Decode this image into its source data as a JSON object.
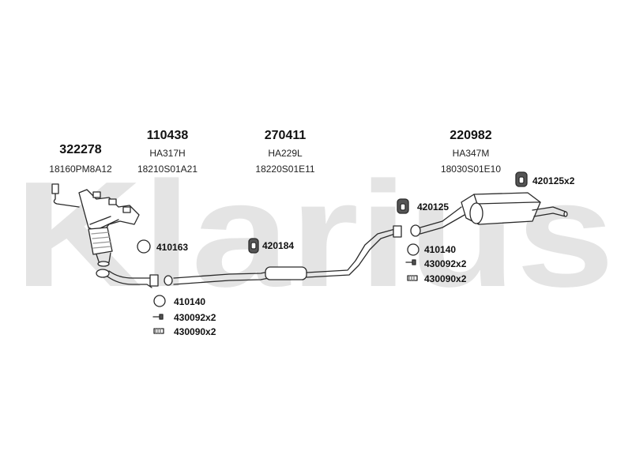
{
  "watermark": {
    "text": "Klarius",
    "color": "#e4e4e4"
  },
  "colors": {
    "line": "#2a2a2a",
    "fill": "#ffffff",
    "shade": "#9a9a9a"
  },
  "headers": [
    {
      "number": "322278",
      "oem": "18160PM8A12"
    },
    {
      "number": "110438",
      "code": "HA317H",
      "oem": "18210S01A21"
    },
    {
      "number": "270411",
      "code": "HA229L",
      "oem": "18220S01E11"
    },
    {
      "number": "220982",
      "code": "HA347M",
      "oem": "18030S01E10"
    }
  ],
  "parts": {
    "ring_left": "410163",
    "hanger_mid": "420184",
    "hanger_right": "420125",
    "hanger_top_right": "420125x2",
    "ring_right": "410140",
    "bolt_right": "430092x2",
    "spring_right": "430090x2",
    "ring_bottom": "410140",
    "bolt_bottom": "430092x2",
    "spring_bottom": "430090x2"
  }
}
